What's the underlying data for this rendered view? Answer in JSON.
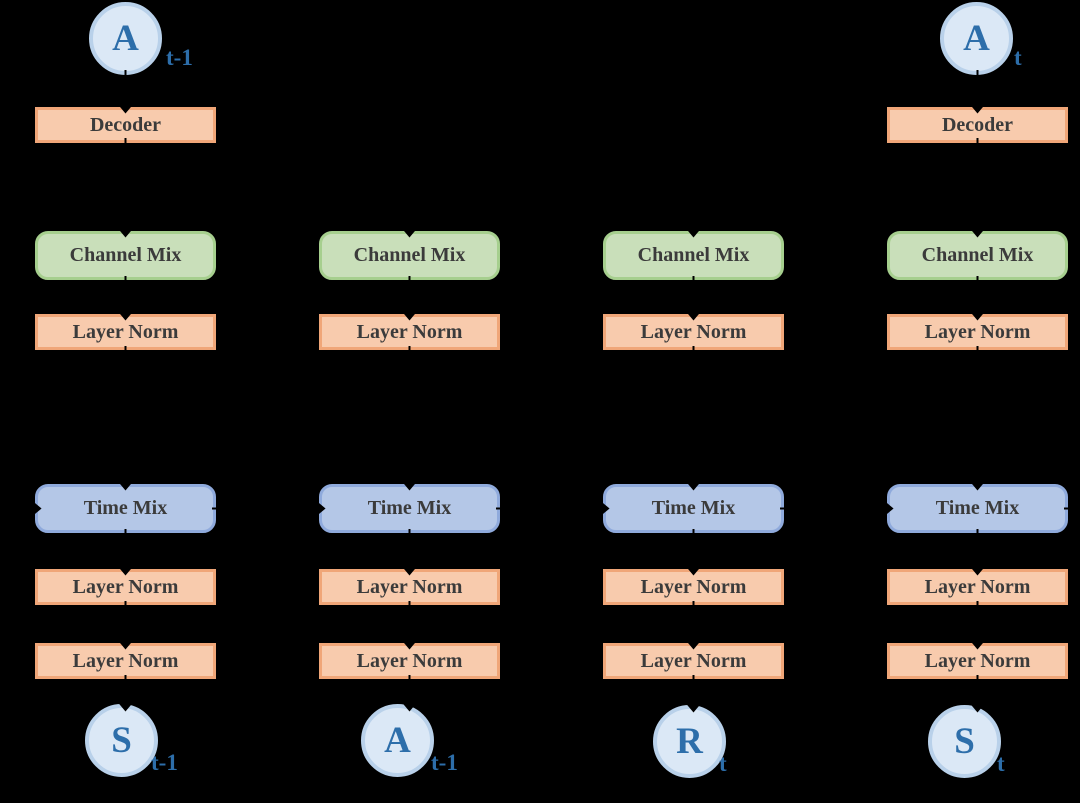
{
  "diagram": {
    "type": "architecture-block-diagram",
    "background_color": "#000000",
    "nodes": {
      "decoder_label": "Decoder",
      "channel_mix_label": "Channel Mix",
      "layer_norm_label": "Layer Norm",
      "time_mix_label": "Time Mix"
    },
    "tokens": {
      "top": [
        {
          "letter": "A",
          "subscript": "t-1"
        },
        {
          "letter": "A",
          "subscript": "t"
        }
      ],
      "bottom": [
        {
          "letter": "S",
          "subscript": "t-1"
        },
        {
          "letter": "A",
          "subscript": "t-1"
        },
        {
          "letter": "R",
          "subscript": "t"
        },
        {
          "letter": "S",
          "subscript": "t"
        }
      ]
    },
    "colors": {
      "layer_norm_fill": "#F8CBAD",
      "layer_norm_border": "#F0A678",
      "channel_mix_fill": "#C9DFBA",
      "channel_mix_border": "#A6CF8E",
      "time_mix_fill": "#B4C7E7",
      "time_mix_border": "#8FAADC",
      "token_fill": "#DBE8F6",
      "token_border": "#B9D1EA",
      "token_text": "#2D6EAA",
      "box_text": "#3B3B3B",
      "arrow": "#000000"
    },
    "structure_note": "4 columns; columns 1 and 4 have Decoder + output action token on top; all columns: Channel Mix, Layer Norm, Time Mix, Layer Norm, Layer Norm, input token below; Time Mix blocks chained horizontally"
  }
}
